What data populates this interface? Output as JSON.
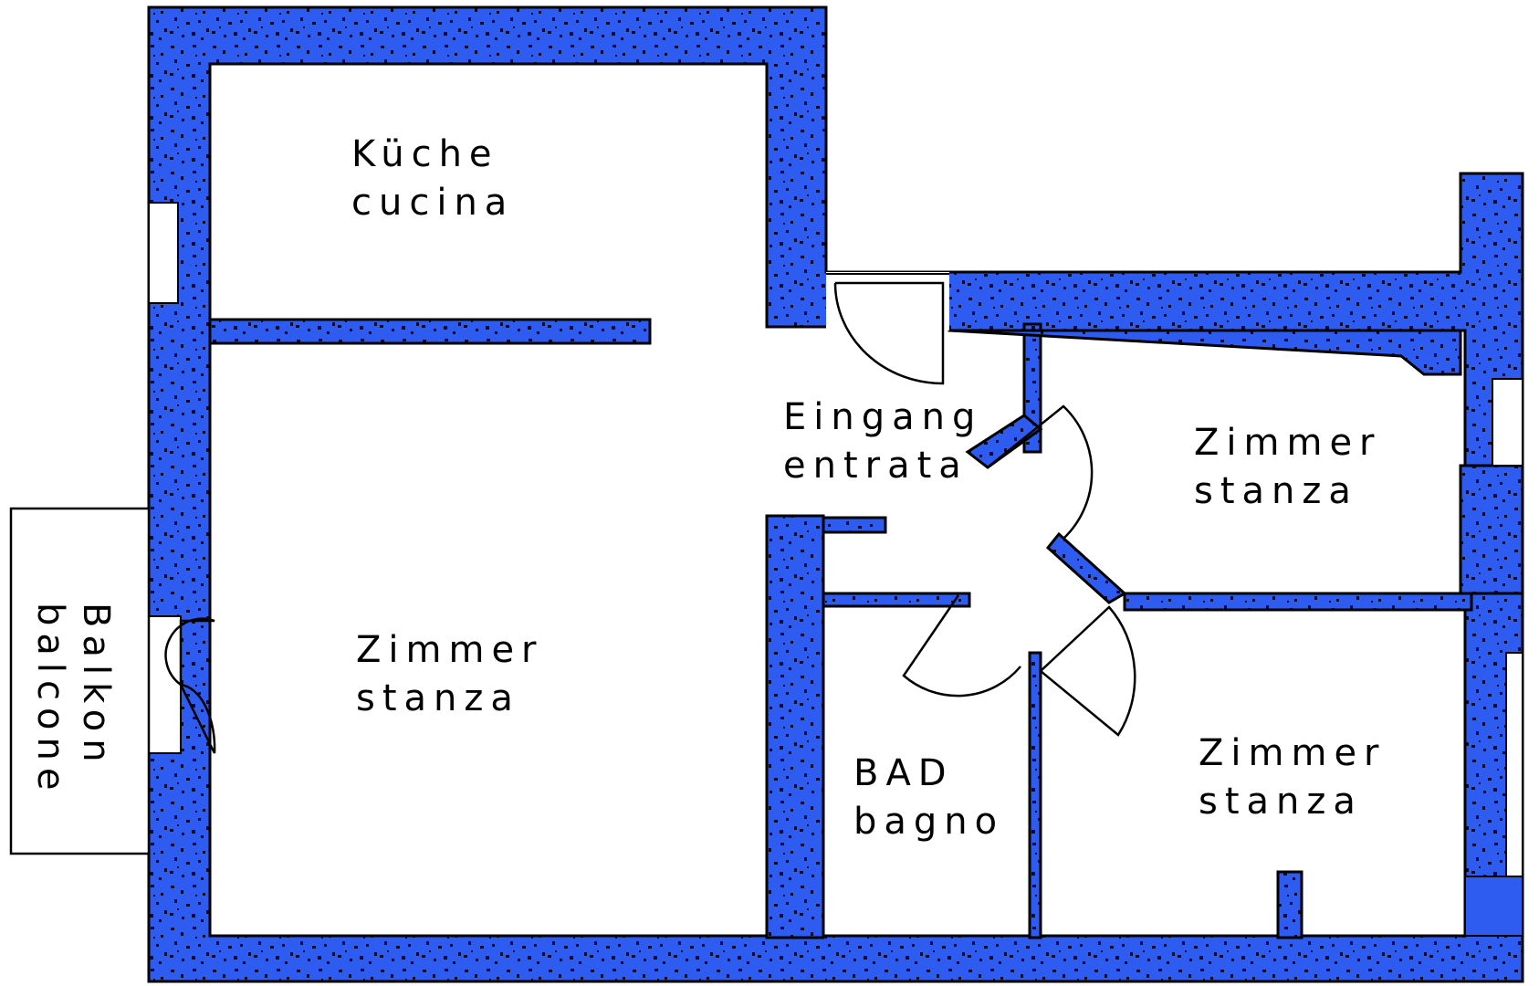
{
  "colors": {
    "wall_fill": "#2f5cf0",
    "wall_stroke": "#000000",
    "speckle": "#0a0a2a",
    "background": "#ffffff"
  },
  "rooms": {
    "kitchen": {
      "de": "Küche",
      "it": "cucina"
    },
    "living": {
      "de": "Zimmer",
      "it": "stanza"
    },
    "entrance": {
      "de": "Eingang",
      "it": "entrata"
    },
    "room_east": {
      "de": "Zimmer",
      "it": "stanza"
    },
    "bath": {
      "de": "BAD",
      "it": "bagno"
    },
    "room_southeast": {
      "de": "Zimmer",
      "it": "stanza"
    },
    "balcony": {
      "de": "Balkon",
      "it": "balcone"
    }
  }
}
